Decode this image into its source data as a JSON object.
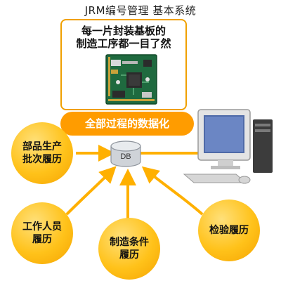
{
  "header": {
    "title": "JRM编号管理 基本系统"
  },
  "panel": {
    "line1": "每一片封装基板的",
    "line2": "制造工序都一目了然"
  },
  "banner": {
    "label": "全部过程的数据化"
  },
  "database": {
    "label": "DB"
  },
  "nodes": {
    "parts": {
      "line1": "部品生产",
      "line2": "批次履历"
    },
    "worker": {
      "line1": "工作人员",
      "line2": "履历"
    },
    "conditions": {
      "line1": "制造条件",
      "line2": "履历"
    },
    "inspection": {
      "line1": "检验履历"
    }
  },
  "colors": {
    "accent": "#ff9c00",
    "circle": "#ffc21a",
    "arrow": "#ffb000",
    "panel_border": "#f0a000"
  }
}
